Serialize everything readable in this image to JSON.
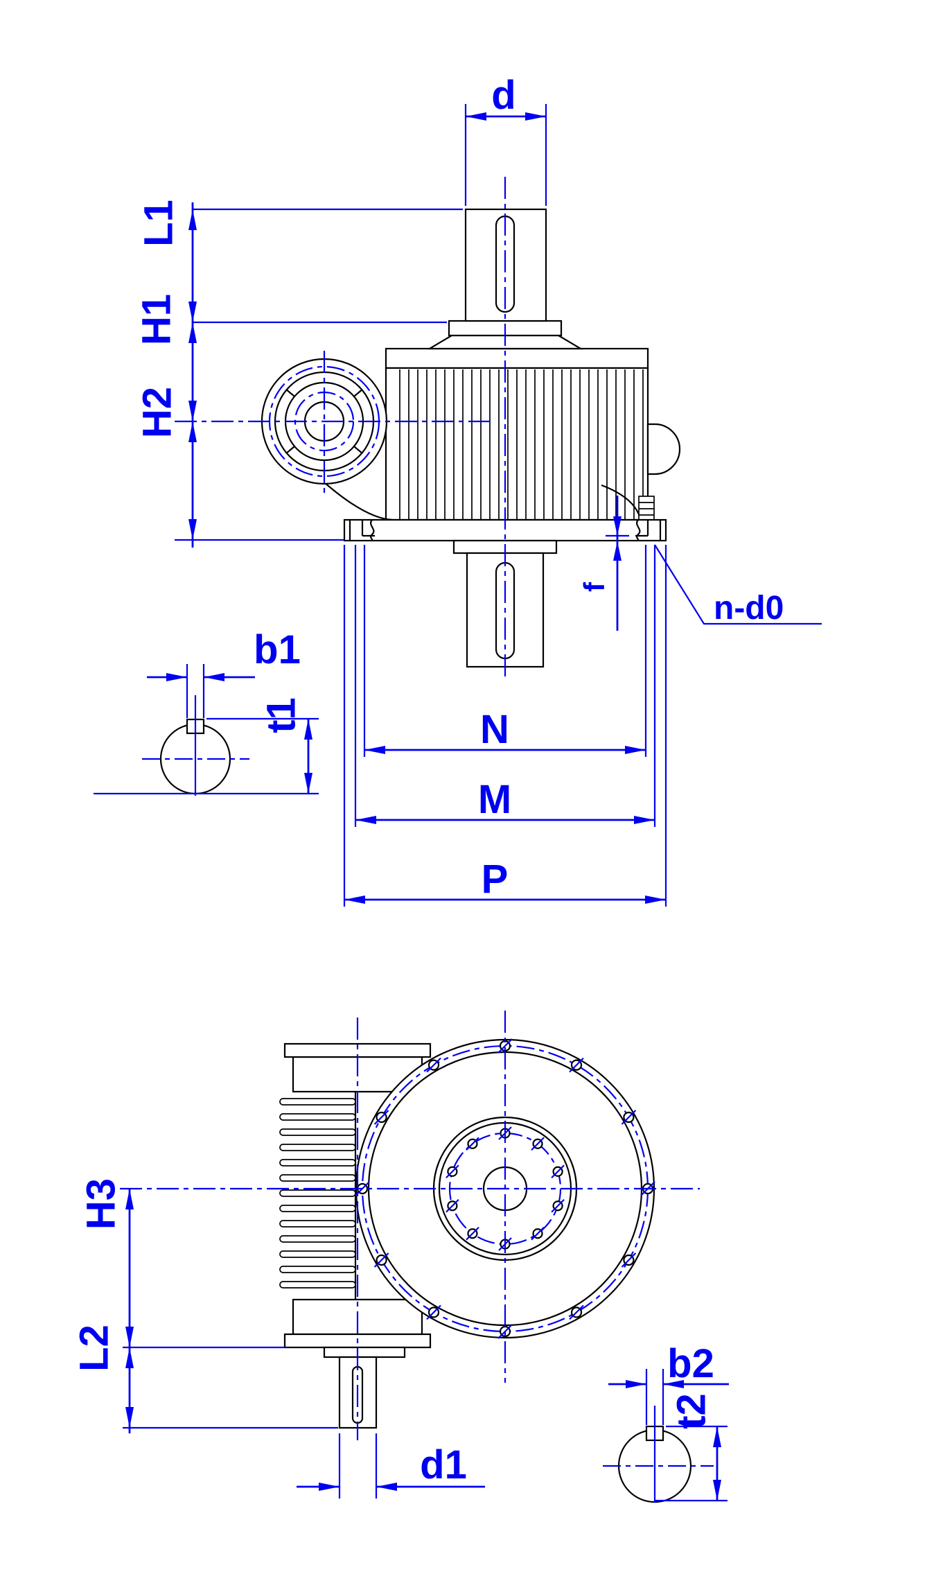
{
  "labels": {
    "d": "d",
    "L1": "L1",
    "H1": "H1",
    "H2": "H2",
    "f": "f",
    "n_d0": "n-d0",
    "b1": "b1",
    "t1": "t1",
    "N": "N",
    "M": "M",
    "P": "P",
    "H3": "H3",
    "L2": "L2",
    "d1": "d1",
    "b2": "b2",
    "t2": "t2"
  },
  "colors": {
    "dimension_blue": "#0000f0",
    "outline_black": "#000000",
    "background": "#ffffff"
  }
}
